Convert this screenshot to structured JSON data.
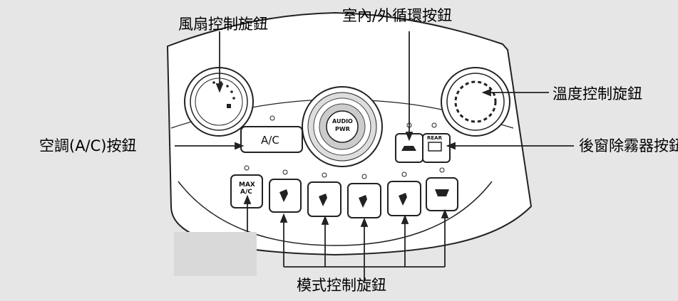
{
  "callouts": {
    "fan_speed": "風扇控制旋鈕",
    "recirc": "室內/外循環按鈕",
    "temperature": "溫度控制旋鈕",
    "ac": "空調(A/C)按鈕",
    "rear_defrost": "後窗除霧器按鈕",
    "mode": "模式控制旋鈕"
  },
  "buttons": {
    "ac_label": "A/C",
    "audio_line1": "AUDIO",
    "audio_line2": "PWR",
    "rear_label": "REAR",
    "max_line1": "MAX",
    "max_line2": "A/C"
  },
  "icons": {
    "mode_buttons": [
      "max-ac-icon",
      "vent-face-icon",
      "bi-level-icon",
      "floor-vent-icon",
      "floor-defrost-icon",
      "windshield-defrost-icon"
    ],
    "recirc": "recirculation-car-icon",
    "rear": "rear-defrost-icon"
  }
}
